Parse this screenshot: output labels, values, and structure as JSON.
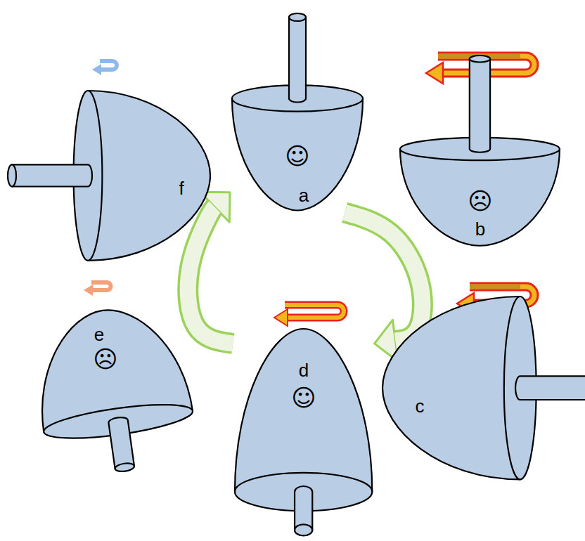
{
  "diagram": {
    "nodes": [
      {
        "text": [
          "☺",
          "a"
        ]
      },
      {
        "text": [
          "☹",
          "b"
        ]
      },
      {
        "text": [
          "c"
        ]
      },
      {
        "text": [
          "d",
          "☺"
        ]
      },
      {
        "text": [
          "e",
          "☹"
        ]
      },
      {
        "text": [
          "f"
        ]
      }
    ],
    "edges": [
      {
        "from": 0,
        "to": 3,
        "arrow": "to"
      },
      {
        "from": 3,
        "to": 0,
        "arrow": "to"
      }
    ]
  }
}
